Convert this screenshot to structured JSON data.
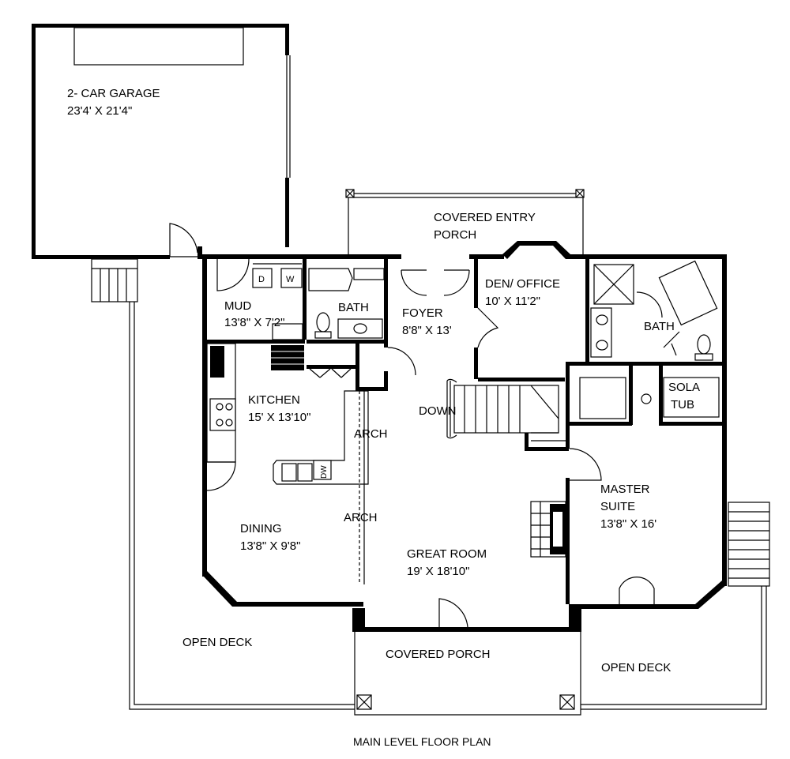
{
  "caption": "MAIN LEVEL FLOOR PLAN",
  "rooms": {
    "garage": {
      "name": "2- CAR GARAGE",
      "size": "23'4' X 21'4\""
    },
    "covered_entry_porch": {
      "line1": "COVERED ENTRY",
      "line2": "PORCH"
    },
    "mud": {
      "name": "MUD",
      "size": "13'8\" X 7'2\""
    },
    "bath_small": {
      "name": "BATH"
    },
    "foyer": {
      "name": "FOYER",
      "size": "8'8\" X 13'"
    },
    "den_office": {
      "name": "DEN/ OFFICE",
      "size": "10' X 11'2\""
    },
    "bath_master": {
      "name": "BATH"
    },
    "sola_tub": {
      "line1": "SOLA",
      "line2": "TUB"
    },
    "kitchen": {
      "name": "KITCHEN",
      "size": "15' X 13'10\""
    },
    "down": {
      "name": "DOWN"
    },
    "arch_upper": {
      "name": "ARCH"
    },
    "arch_lower": {
      "name": "ARCH"
    },
    "dining": {
      "name": "DINING",
      "size": "13'8\" X 9'8\""
    },
    "great_room": {
      "name": "GREAT ROOM",
      "size": "19' X 18'10\""
    },
    "master_suite": {
      "line1": "MASTER",
      "line2": "SUITE",
      "size": "13'8\" X 16'"
    },
    "open_deck_left": {
      "name": "OPEN DECK"
    },
    "covered_porch": {
      "name": "COVERED PORCH"
    },
    "open_deck_right": {
      "name": "OPEN DECK"
    }
  },
  "appliance_labels": {
    "dryer": "D",
    "washer": "W",
    "dishwasher": "DW"
  }
}
